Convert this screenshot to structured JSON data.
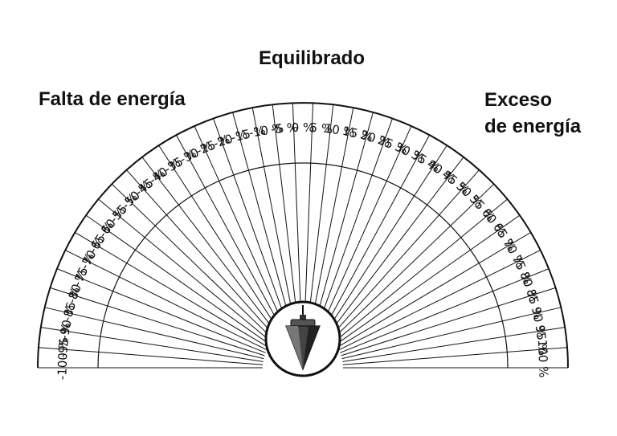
{
  "titles": {
    "center": "Equilibrado",
    "left": "Falta de energía",
    "right_line1": "Exceso",
    "right_line2": "de energía"
  },
  "scale": {
    "labels": [
      "-100 %",
      "-95 %",
      "-90 %",
      "-85 %",
      "-80 %",
      "-75 %",
      "-70 %",
      "-65 %",
      "-60 %",
      "-55 %",
      "-50 %",
      "-45 %",
      "-40 %",
      "-35 %",
      "-30 %",
      "-25 %",
      "-20 %",
      "-15 %",
      "-10 %",
      "-5 %",
      "0 %",
      "5 %",
      "10 %",
      "15 %",
      "20 %",
      "25 %",
      "30 %",
      "35 %",
      "40 %",
      "45 %",
      "50 %",
      "55 %",
      "60 %",
      "65 %",
      "70 %",
      "75 %",
      "80 %",
      "85 %",
      "90 %",
      "95 %",
      "100 %"
    ]
  },
  "icon": "pendulum-icon",
  "colors": {
    "ink": "#111111",
    "background": "#ffffff"
  }
}
